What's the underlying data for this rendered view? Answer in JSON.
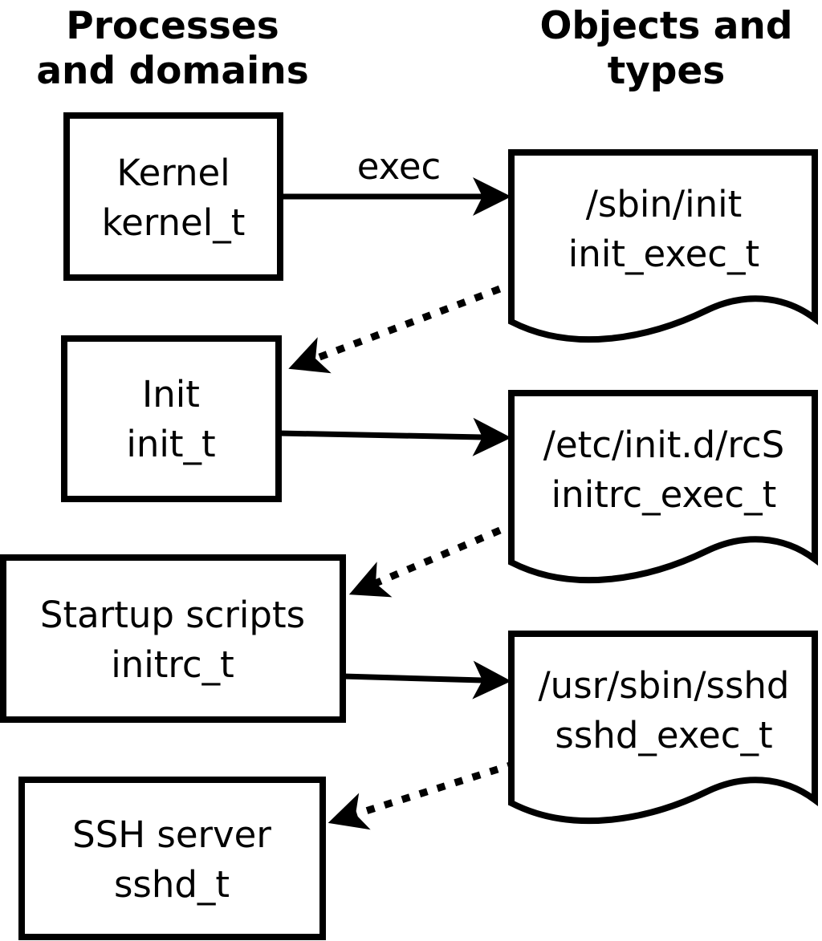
{
  "columns": {
    "left_header": {
      "line1": "Processes",
      "line2": "and domains"
    },
    "right_header": {
      "line1": "Objects and",
      "line2": "types"
    }
  },
  "process_nodes": [
    {
      "label": "Kernel",
      "domain": "kernel_t"
    },
    {
      "label": "Init",
      "domain": "init_t"
    },
    {
      "label": "Startup scripts",
      "domain": "initrc_t"
    },
    {
      "label": "SSH server",
      "domain": "sshd_t"
    }
  ],
  "object_nodes": [
    {
      "label": "/sbin/init",
      "type": "init_exec_t"
    },
    {
      "label": "/etc/init.d/rcS",
      "type": "initrc_exec_t"
    },
    {
      "label": "/usr/sbin/sshd",
      "type": "sshd_exec_t"
    }
  ],
  "edge_labels": {
    "exec": "exec"
  },
  "colors": {
    "ink": "#000000",
    "paper": "#ffffff"
  }
}
